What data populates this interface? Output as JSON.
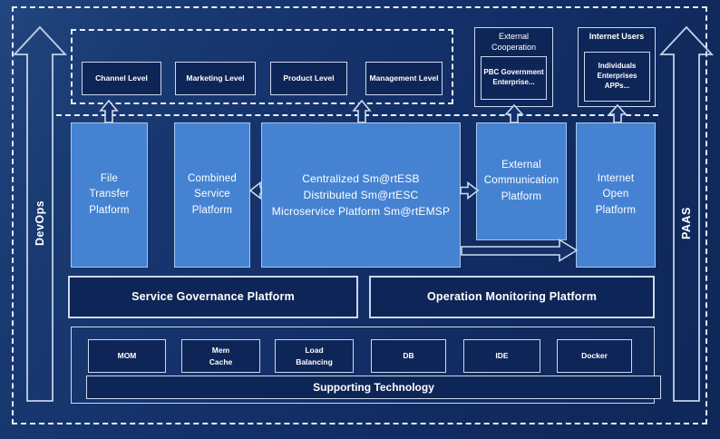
{
  "colors": {
    "bg": "#14316a",
    "bg-light": "#224680",
    "box-fill": "#0e2557",
    "platform-fill": "#4583d2",
    "border": "#ccd9ee",
    "dash": "#e9eff9"
  },
  "rails": {
    "left_label": "DevOps",
    "right_label": "PAAS"
  },
  "levels": {
    "items": [
      "Channel Level",
      "Marketing Level",
      "Product Level",
      "Management Level"
    ]
  },
  "external_cooperation": {
    "title": "External\nCooperation",
    "members": "PBC Government\nEnterprise..."
  },
  "internet_users": {
    "title": "Internet Users",
    "members": "Individuals\nEnterprises\nAPPs..."
  },
  "platforms": {
    "file_transfer": "File\nTransfer\nPlatform",
    "combined_service": "Combined\nService\nPlatform",
    "central_esb": "Centralized Sm@rtESB\nDistributed Sm@rtESC\nMicroservice Platform Sm@rtEMSP",
    "external_communication": "External\nCommunication\nPlatform",
    "internet_open": "Internet\nOpen\nPlatform"
  },
  "governance": {
    "service": "Service Governance Platform",
    "operation": "Operation Monitoring Platform"
  },
  "supporting": {
    "label": "Supporting Technology",
    "technologies": [
      "MOM",
      "Mem\nCache",
      "Load\nBalancing",
      "DB",
      "IDE",
      "Docker"
    ]
  }
}
